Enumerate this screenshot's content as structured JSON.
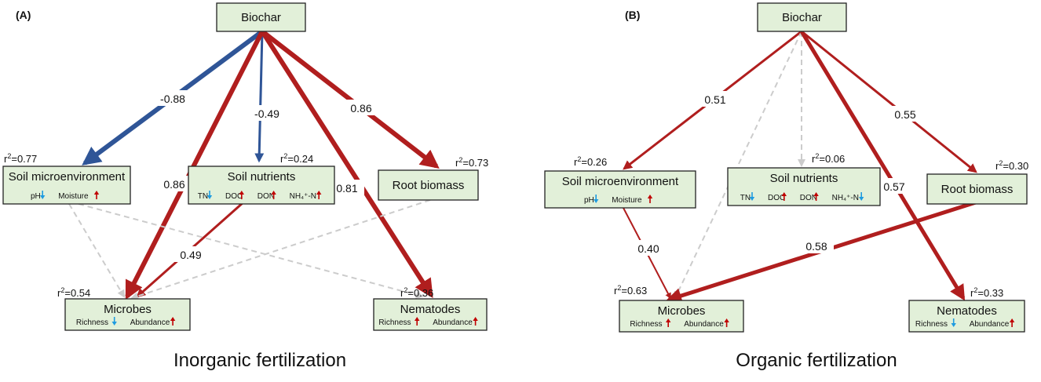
{
  "colors": {
    "positive": "#b01e1e",
    "negative": "#2f5597",
    "nonsig": "#cccccc",
    "box_fill": "#e2f0d9",
    "up_arrow": "#c00000",
    "down_arrow": "#1e9be0"
  },
  "panels": [
    {
      "label": "(A)",
      "title": "Inorganic fertilization",
      "nodes": {
        "biochar": {
          "label": "Biochar"
        },
        "soil_micro": {
          "label": "Soil microenvironment",
          "r2": "0.77",
          "indicators": [
            {
              "text": "pH",
              "dir": "down"
            },
            {
              "text": "Moisture",
              "dir": "up"
            }
          ]
        },
        "soil_nutr": {
          "label": "Soil nutrients",
          "r2": "0.24",
          "indicators": [
            {
              "text": "TN",
              "dir": "down"
            },
            {
              "text": "DOC",
              "dir": "up"
            },
            {
              "text": "DON",
              "dir": "up"
            },
            {
              "text": "NH₄⁺-N",
              "dir": "up"
            }
          ]
        },
        "root": {
          "label": "Root biomass",
          "r2": "0.73",
          "indicators": []
        },
        "microbes": {
          "label": "Microbes",
          "r2": "0.54",
          "indicators": [
            {
              "text": "Richness",
              "dir": "down"
            },
            {
              "text": "Abundance",
              "dir": "up"
            }
          ]
        },
        "nematodes": {
          "label": "Nematodes",
          "r2": "0.36",
          "indicators": [
            {
              "text": "Richness",
              "dir": "up"
            },
            {
              "text": "Abundance",
              "dir": "up"
            }
          ]
        }
      },
      "paths": [
        {
          "from": "biochar",
          "to": "soil_micro",
          "coef": "-0.88",
          "type": "negative",
          "weight": 6
        },
        {
          "from": "biochar",
          "to": "soil_nutr",
          "coef": "-0.49",
          "type": "negative",
          "weight": 3
        },
        {
          "from": "biochar",
          "to": "root",
          "coef": "0.86",
          "type": "positive",
          "weight": 6
        },
        {
          "from": "biochar",
          "to": "microbes",
          "coef": "0.86",
          "type": "positive",
          "weight": 6
        },
        {
          "from": "biochar",
          "to": "nematodes",
          "coef": "0.81",
          "type": "positive",
          "weight": 6
        },
        {
          "from": "soil_nutr",
          "to": "microbes",
          "coef": "0.49",
          "type": "positive",
          "weight": 3
        },
        {
          "from": "soil_micro",
          "to": "microbes",
          "coef": "",
          "type": "nonsig",
          "weight": 2
        },
        {
          "from": "soil_micro",
          "to": "nematodes",
          "coef": "",
          "type": "nonsig",
          "weight": 2
        },
        {
          "from": "root",
          "to": "microbes",
          "coef": "",
          "type": "nonsig",
          "weight": 2
        }
      ]
    },
    {
      "label": "(B)",
      "title": "Organic fertilization",
      "nodes": {
        "biochar": {
          "label": "Biochar"
        },
        "soil_micro": {
          "label": "Soil microenvironment",
          "r2": "0.26",
          "indicators": [
            {
              "text": "pH",
              "dir": "down"
            },
            {
              "text": "Moisture",
              "dir": "up"
            }
          ]
        },
        "soil_nutr": {
          "label": "Soil nutrients",
          "r2": "0.06",
          "indicators": [
            {
              "text": "TN",
              "dir": "down"
            },
            {
              "text": "DOC",
              "dir": "up"
            },
            {
              "text": "DON",
              "dir": "up"
            },
            {
              "text": "NH₄⁺-N",
              "dir": "down"
            }
          ]
        },
        "root": {
          "label": "Root biomass",
          "r2": "0.30",
          "indicators": []
        },
        "microbes": {
          "label": "Microbes",
          "r2": "0.63",
          "indicators": [
            {
              "text": "Richness",
              "dir": "up"
            },
            {
              "text": "Abundance",
              "dir": "up"
            }
          ]
        },
        "nematodes": {
          "label": "Nematodes",
          "r2": "0.33",
          "indicators": [
            {
              "text": "Richness",
              "dir": "down"
            },
            {
              "text": "Abundance",
              "dir": "up"
            }
          ]
        }
      },
      "paths": [
        {
          "from": "biochar",
          "to": "soil_micro",
          "coef": "0.51",
          "type": "positive",
          "weight": 3
        },
        {
          "from": "biochar",
          "to": "soil_nutr",
          "coef": "",
          "type": "nonsig",
          "weight": 2
        },
        {
          "from": "biochar",
          "to": "microbes",
          "coef": "",
          "type": "nonsig",
          "weight": 2
        },
        {
          "from": "biochar",
          "to": "root",
          "coef": "0.55",
          "type": "positive",
          "weight": 3
        },
        {
          "from": "biochar",
          "to": "nematodes",
          "coef": "0.57",
          "type": "positive",
          "weight": 5
        },
        {
          "from": "soil_micro",
          "to": "microbes",
          "coef": "0.40",
          "type": "positive",
          "weight": 2
        },
        {
          "from": "root",
          "to": "microbes",
          "coef": "0.58",
          "type": "positive",
          "weight": 5
        }
      ]
    }
  ]
}
